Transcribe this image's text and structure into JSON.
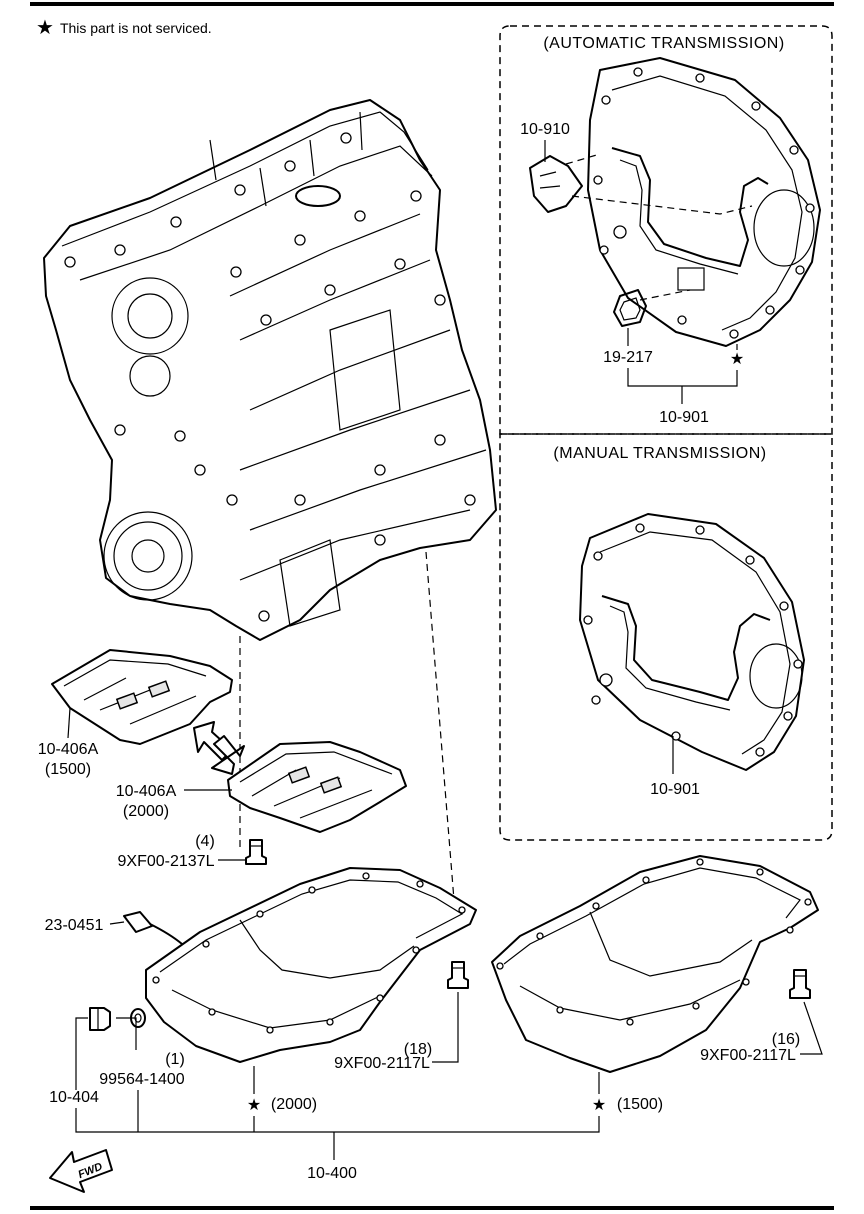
{
  "legend": {
    "star_symbol": "★",
    "text": "This part is not serviced."
  },
  "sections": {
    "automatic": "(AUTOMATIC TRANSMISSION)",
    "manual": "(MANUAL TRANSMISSION)"
  },
  "parts": {
    "at_cover_bracket": "10-910",
    "at_seal": "19-217",
    "at_plate": "10-901",
    "mt_plate": "10-901",
    "baffle_1500": "10-406A",
    "baffle_1500_variant": "(1500)",
    "baffle_2000": "10-406A",
    "baffle_2000_variant": "(2000)",
    "bolt_baffle_qty": "(4)",
    "bolt_baffle": "9XF00-2137L",
    "oil_level_sensor": "23-0451",
    "drain_plug_gasket_qty": "(1)",
    "drain_plug_gasket": "99564-1400",
    "drain_plug": "10-404",
    "bolt_pan_2000_qty": "(18)",
    "bolt_pan_2000": "9XF00-2117L",
    "bolt_pan_1500_qty": "(16)",
    "bolt_pan_1500": "9XF00-2117L",
    "pan_2000_variant": "(2000)",
    "pan_1500_variant": "(1500)",
    "oil_pan_assy": "10-400",
    "fwd": "FWD"
  }
}
